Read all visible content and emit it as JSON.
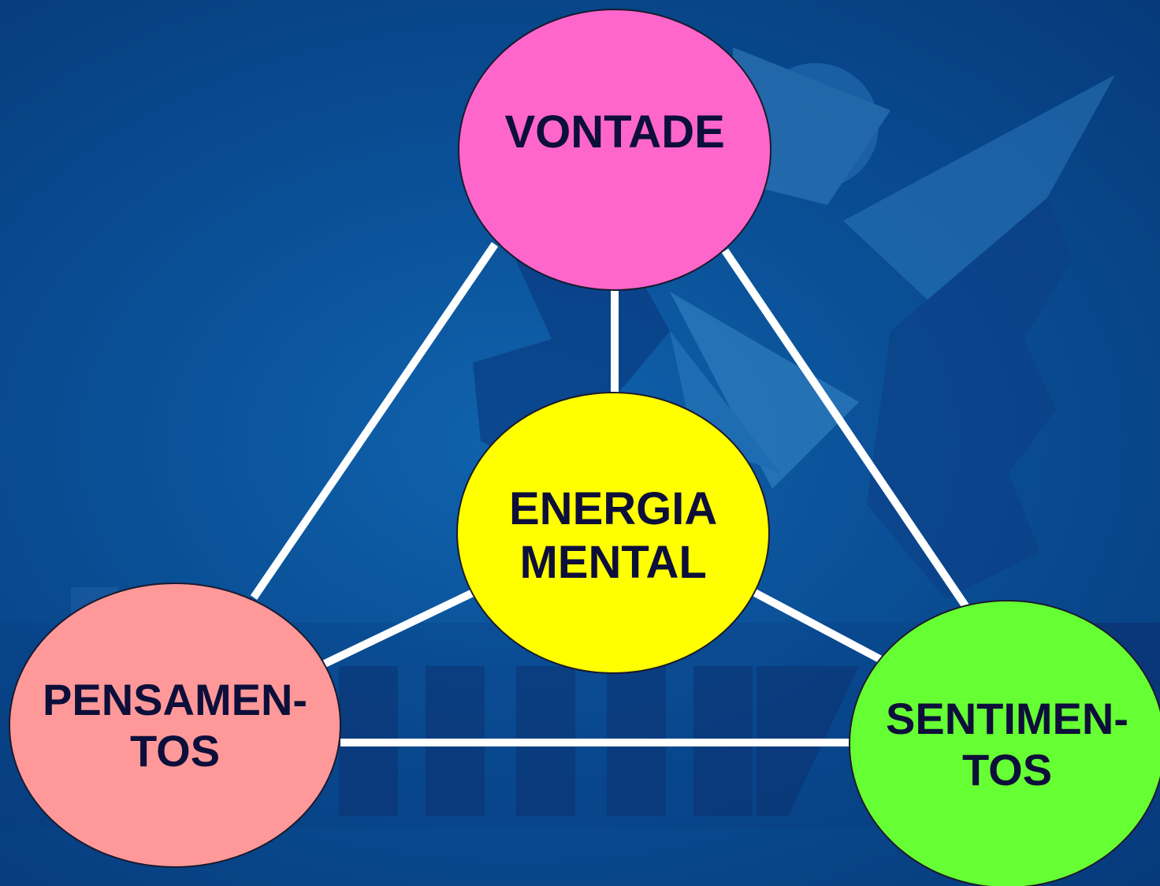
{
  "diagram": {
    "nodes": {
      "vontade": {
        "lines": [
          "VONTADE"
        ],
        "color": "#ff66cc"
      },
      "energia": {
        "lines": [
          "ENERGIA",
          "MENTAL"
        ],
        "color": "#ffff00"
      },
      "pensamentos": {
        "lines": [
          "PENSAMEN-",
          "TOS"
        ],
        "color": "#ff9999"
      },
      "sentimentos": {
        "lines": [
          "SENTIMEN-",
          "TOS"
        ],
        "color": "#66ff33"
      }
    },
    "connector_color": "#ffffff",
    "background_color": "#0a4f96"
  }
}
